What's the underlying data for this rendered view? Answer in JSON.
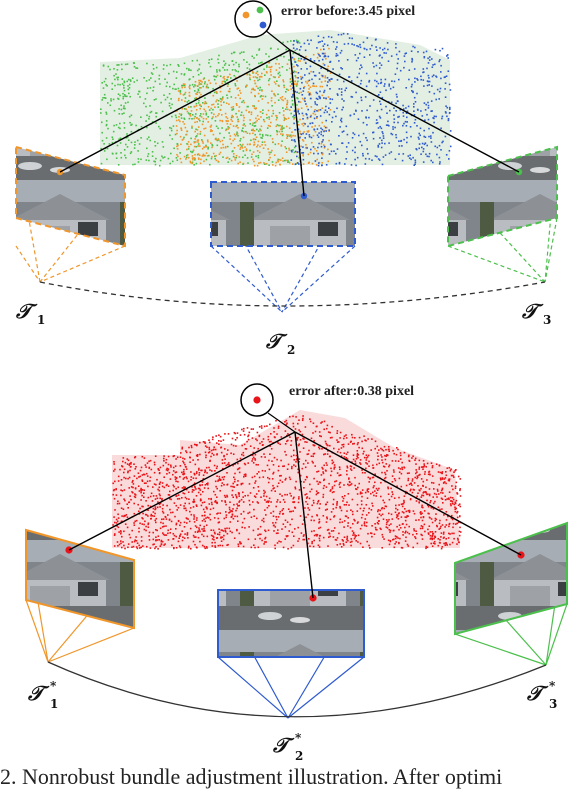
{
  "top_panel": {
    "error_label": "error before:3.45 pixel",
    "camera_labels": [
      {
        "symbol": "𝒯",
        "sub": "1",
        "sup": ""
      },
      {
        "symbol": "𝒯",
        "sub": "2",
        "sup": ""
      },
      {
        "symbol": "𝒯",
        "sub": "3",
        "sup": ""
      }
    ]
  },
  "bottom_panel": {
    "error_label": "error after:0.38 pixel",
    "camera_labels": [
      {
        "symbol": "𝒯",
        "sub": "1",
        "sup": "*"
      },
      {
        "symbol": "𝒯",
        "sub": "2",
        "sup": "*"
      },
      {
        "symbol": "𝒯",
        "sub": "3",
        "sup": "*"
      }
    ]
  },
  "caption": "2. Nonrobust bundle adjustment illustration. After optimi",
  "colors": {
    "camera_1": "#f0962a",
    "camera_2": "#2f5bd0",
    "camera_3": "#4cc04c",
    "optimized_points": "#e8141a",
    "connector": "#000000"
  }
}
